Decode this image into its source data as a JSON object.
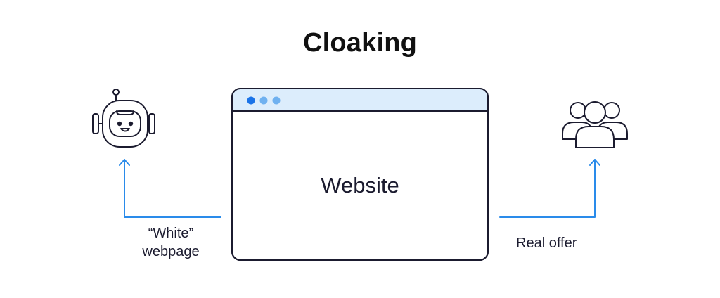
{
  "title": "Cloaking",
  "browser": {
    "label": "Website",
    "dots": [
      "#1a73e8",
      "#6fb1f0",
      "#6fb1f0"
    ],
    "titlebar_color": "#dcedfc",
    "border_color": "#1b1b2f"
  },
  "nodes": {
    "left": {
      "icon": "robot-icon",
      "label": "“White”\nwebpage"
    },
    "right": {
      "icon": "users-group-icon",
      "label": "Real offer"
    }
  },
  "colors": {
    "arrow": "#2a8bea",
    "outline": "#1b1b2f"
  }
}
